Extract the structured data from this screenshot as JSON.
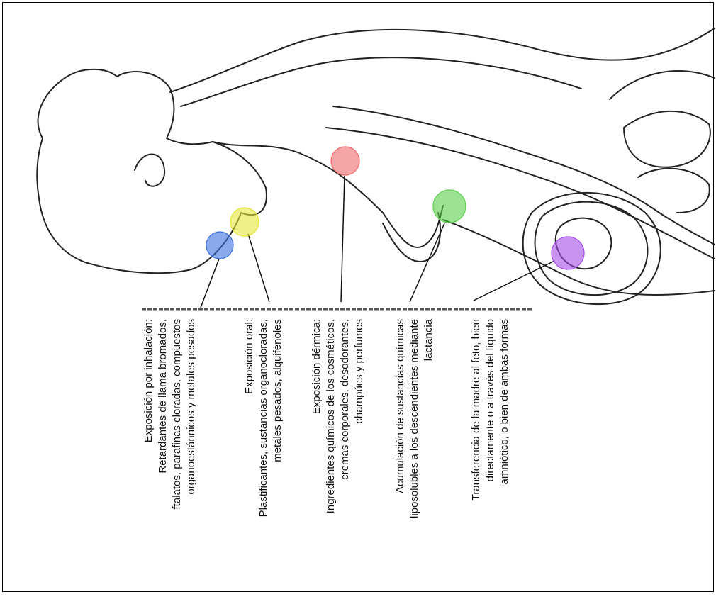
{
  "markers": [
    {
      "id": "inhalation",
      "color": "#3b6fe0"
    },
    {
      "id": "oral",
      "color": "#e6e63a"
    },
    {
      "id": "dermal",
      "color": "#f06a6a"
    },
    {
      "id": "lactation",
      "color": "#58d04a"
    },
    {
      "id": "fetal",
      "color": "#a24de6"
    }
  ],
  "labels": {
    "inhalation": [
      "Exposición por inhalación:",
      "Retardantes de llama bromados,",
      "ftalatos, parafinas cloradas, compuestos",
      "organoestánnicos y metales pesados"
    ],
    "oral": [
      "Exposición oral:",
      "Plastificantes, sustancias organocloradas,",
      "metales pesados, alquifenoles"
    ],
    "dermal": [
      "Exposición dérmica:",
      "Ingredientes químicos de los cosméticos,",
      "cremas corporales, desodorantes,",
      "champúes y perfumes"
    ],
    "lactation": [
      "Acumulación de sustancias químicas",
      "liposolubles a los descendientes mediante",
      "lactancia"
    ],
    "fetal": [
      "Transferencia de la madre al feto, bien",
      "directamente o a través del líquido",
      "amniótico, o bien de ambas formas"
    ]
  }
}
